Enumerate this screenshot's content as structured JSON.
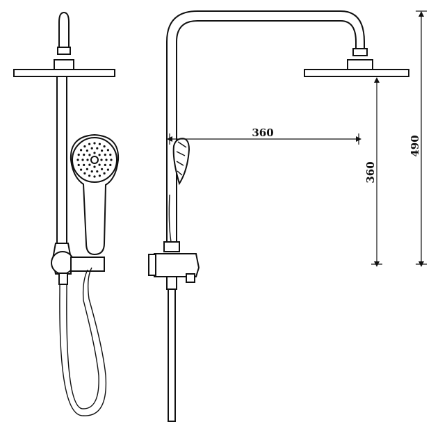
{
  "dimensions": {
    "horizontal_reach": "360",
    "head_drop": "360",
    "overall_height": "490"
  },
  "colors": {
    "line": "#111111",
    "background": "#ffffff"
  }
}
